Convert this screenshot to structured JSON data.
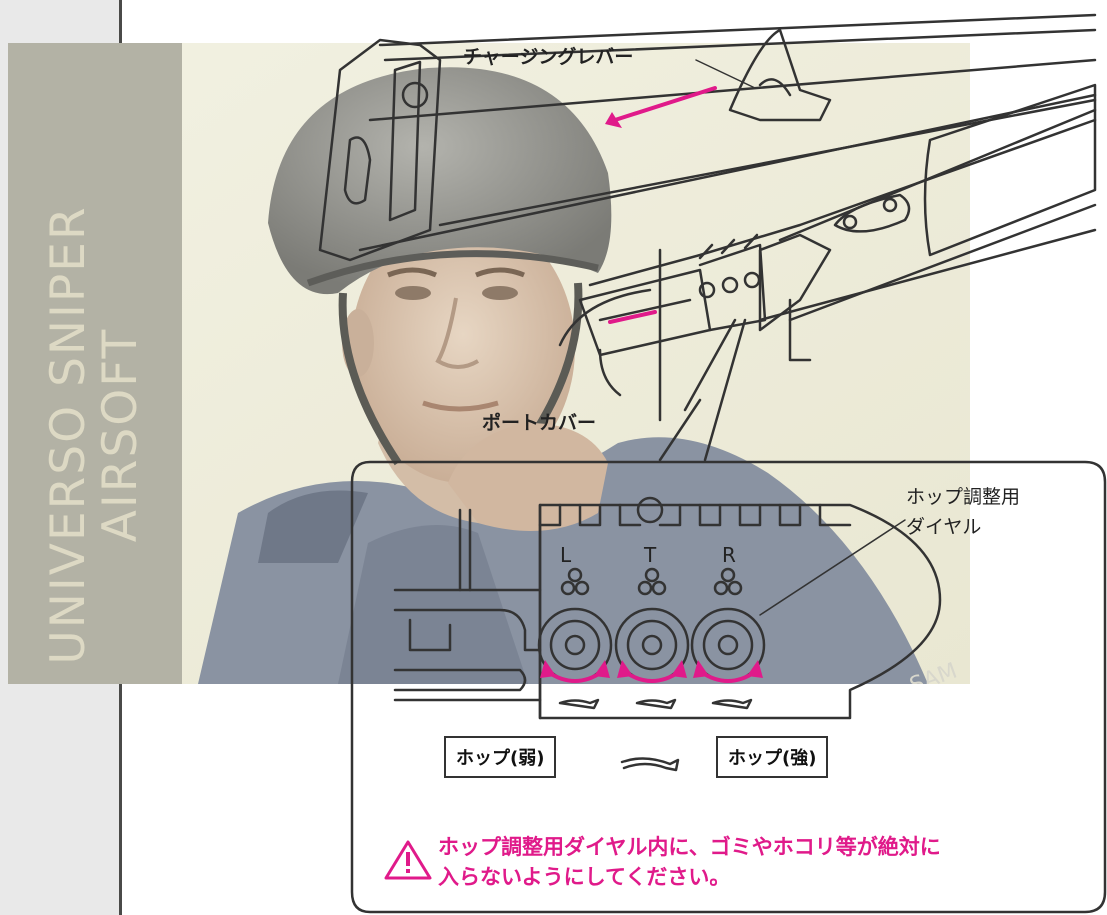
{
  "brand": {
    "line1": "UNIVERSO SNIPER",
    "line2": "AIRSOFT"
  },
  "labels": {
    "charging_lever": "チャージングレバー",
    "port_cover": "ポートカバー",
    "hop_dial_line1": "ホップ調整用",
    "hop_dial_line2": "ダイヤル",
    "dial_L": "L",
    "dial_T": "T",
    "dial_R": "R",
    "hop_weak": "ホップ(弱)",
    "hop_strong": "ホップ(強)"
  },
  "warning": {
    "line1": "ホップ調整用ダイヤル内に、ゴミやホコリ等が絶対に",
    "line2": "入らないようにしてください。"
  },
  "colors": {
    "accent_magenta": "#e01a8a",
    "brand_block": "#b3b2a5",
    "brand_text": "#ddd9c4",
    "photo_tint": "#efeedc",
    "line": "#333333"
  }
}
